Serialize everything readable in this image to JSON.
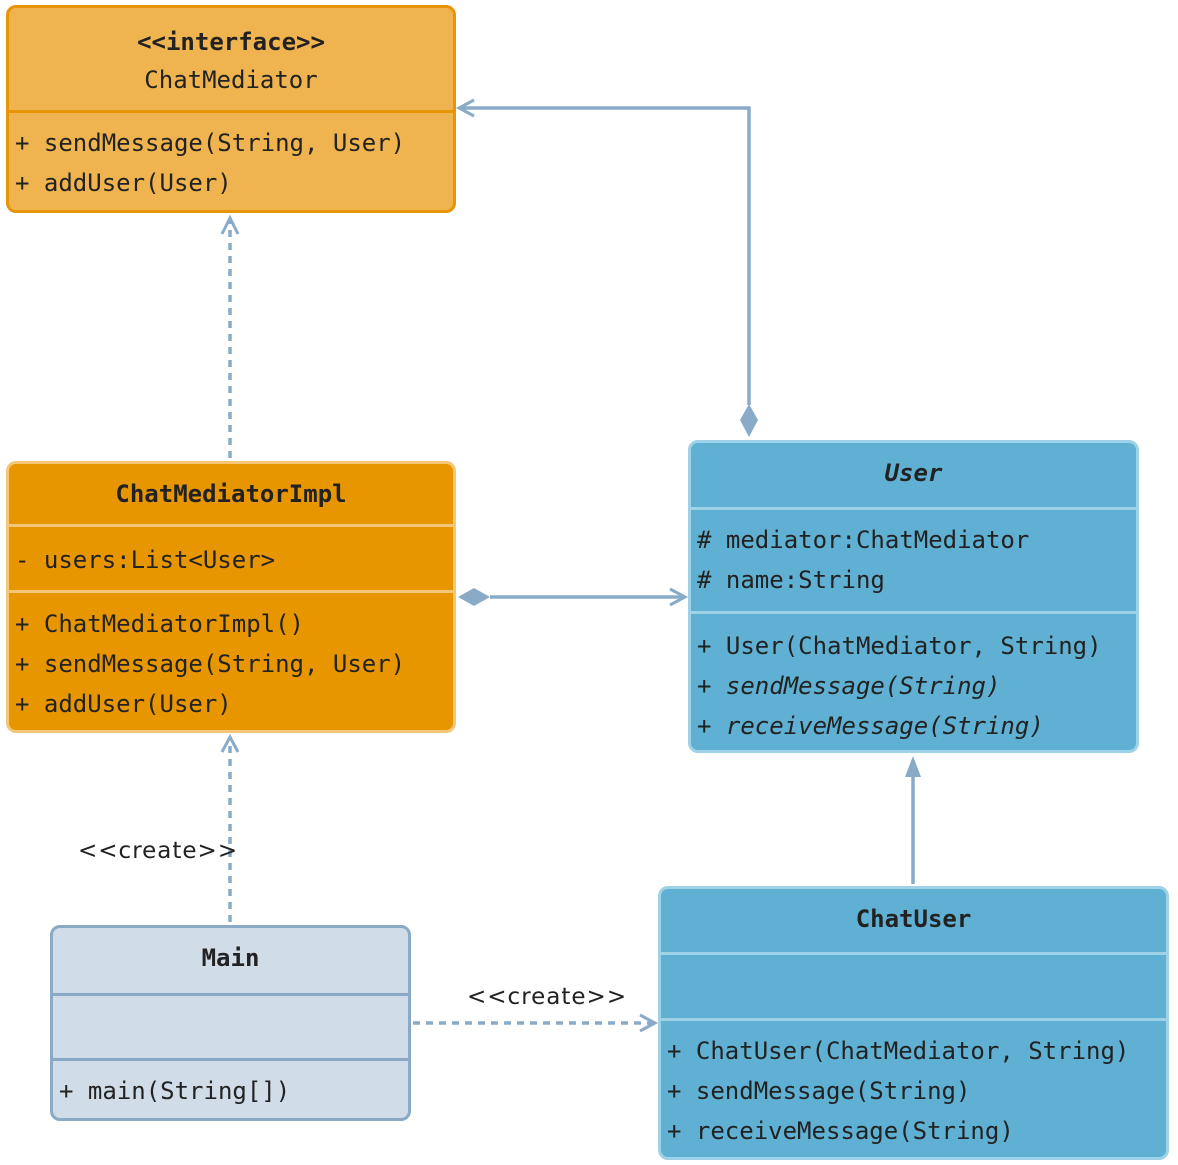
{
  "connector_color": "#89abc8",
  "classes": {
    "chat_mediator": {
      "stereotype": "<<interface>>",
      "name": "ChatMediator",
      "operations": [
        "+ sendMessage(String, User)",
        "+ addUser(User)"
      ]
    },
    "chat_mediator_impl": {
      "name": "ChatMediatorImpl",
      "attributes": [
        "- users:List<User>"
      ],
      "operations": [
        "+ ChatMediatorImpl()",
        "+ sendMessage(String, User)",
        "+ addUser(User)"
      ]
    },
    "user": {
      "name": "User",
      "abstract": true,
      "attributes": [
        "# mediator:ChatMediator",
        "# name:String"
      ],
      "operations": [
        "+ User(ChatMediator, String)",
        "+ sendMessage(String)",
        "+ receiveMessage(String)"
      ]
    },
    "chat_user": {
      "name": "ChatUser",
      "operations": [
        "+ ChatUser(ChatMediator, String)",
        "+ sendMessage(String)",
        "+ receiveMessage(String)"
      ]
    },
    "main": {
      "name": "Main",
      "operations": [
        "+ main(String[])"
      ]
    }
  },
  "relations": {
    "create_label_impl": "<<create>>",
    "create_label_chatuser": "<<create>>"
  }
}
